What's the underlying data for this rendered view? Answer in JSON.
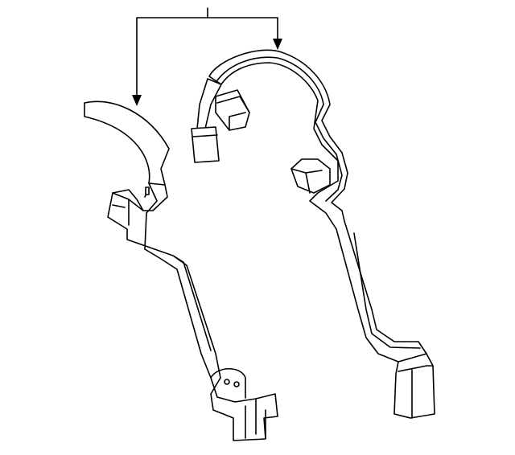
{
  "diagram": {
    "stroke_color": "#000000",
    "background_color": "#ffffff",
    "parts": [
      "left-harness-bracket",
      "right-wiring-harness"
    ],
    "callout_arrows": 2
  }
}
